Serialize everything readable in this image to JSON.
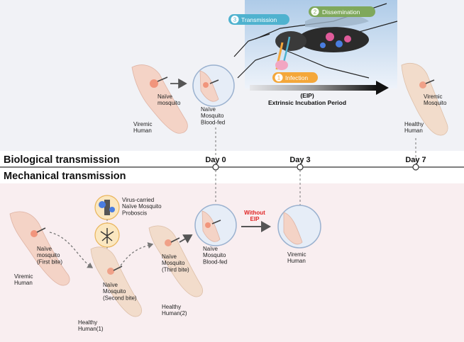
{
  "sections": {
    "biological": "Biological transmission",
    "mechanical": "Mechanical transmission"
  },
  "timeline": {
    "days": [
      "Day 0",
      "Day 3",
      "Day 7"
    ]
  },
  "biological": {
    "viremic_human": "Viremic\nHuman",
    "naive_mosquito": "Naïve\nmosquito",
    "naive_blood_fed": "Naïve\nMosquito\nBlood-fed",
    "steps": [
      {
        "num": "1",
        "label": "Infection",
        "color": "#f4a73a"
      },
      {
        "num": "2",
        "label": "Dissemination",
        "color": "#7fa85c"
      },
      {
        "num": "3",
        "label": "Transmission",
        "color": "#4fb2cf"
      }
    ],
    "eip_abbrev": "(EIP)",
    "eip_full": "Extrinsic Incubation Period",
    "viremic_mosquito": "Viremic\nMosquito",
    "healthy_human": "Healthy\nHuman"
  },
  "mechanical": {
    "viremic_human": "Viremic\nHuman",
    "first_bite": "Naïve\nmosquito\n(First bite)",
    "proboscis": "Virus-carried\nNaïve Mosquito\nProboscis",
    "second_bite": "Naïve\nMosquito\n(Second bite)",
    "third_bite": "Naïve\nMosquito\n(Third bite)",
    "healthy1": "Healthy\nHuman(1)",
    "healthy2": "Healthy\nHuman(2)",
    "blood_fed": "Naïve\nMosquito\nBlood-fed",
    "without_eip": "Without\nEIP",
    "viremic_human_end": "Viremic\nHuman"
  },
  "colors": {
    "top_bg": "#f1f2f6",
    "bottom_bg": "#f9eef0",
    "without_eip": "#e02525",
    "arrow": "#555555"
  }
}
